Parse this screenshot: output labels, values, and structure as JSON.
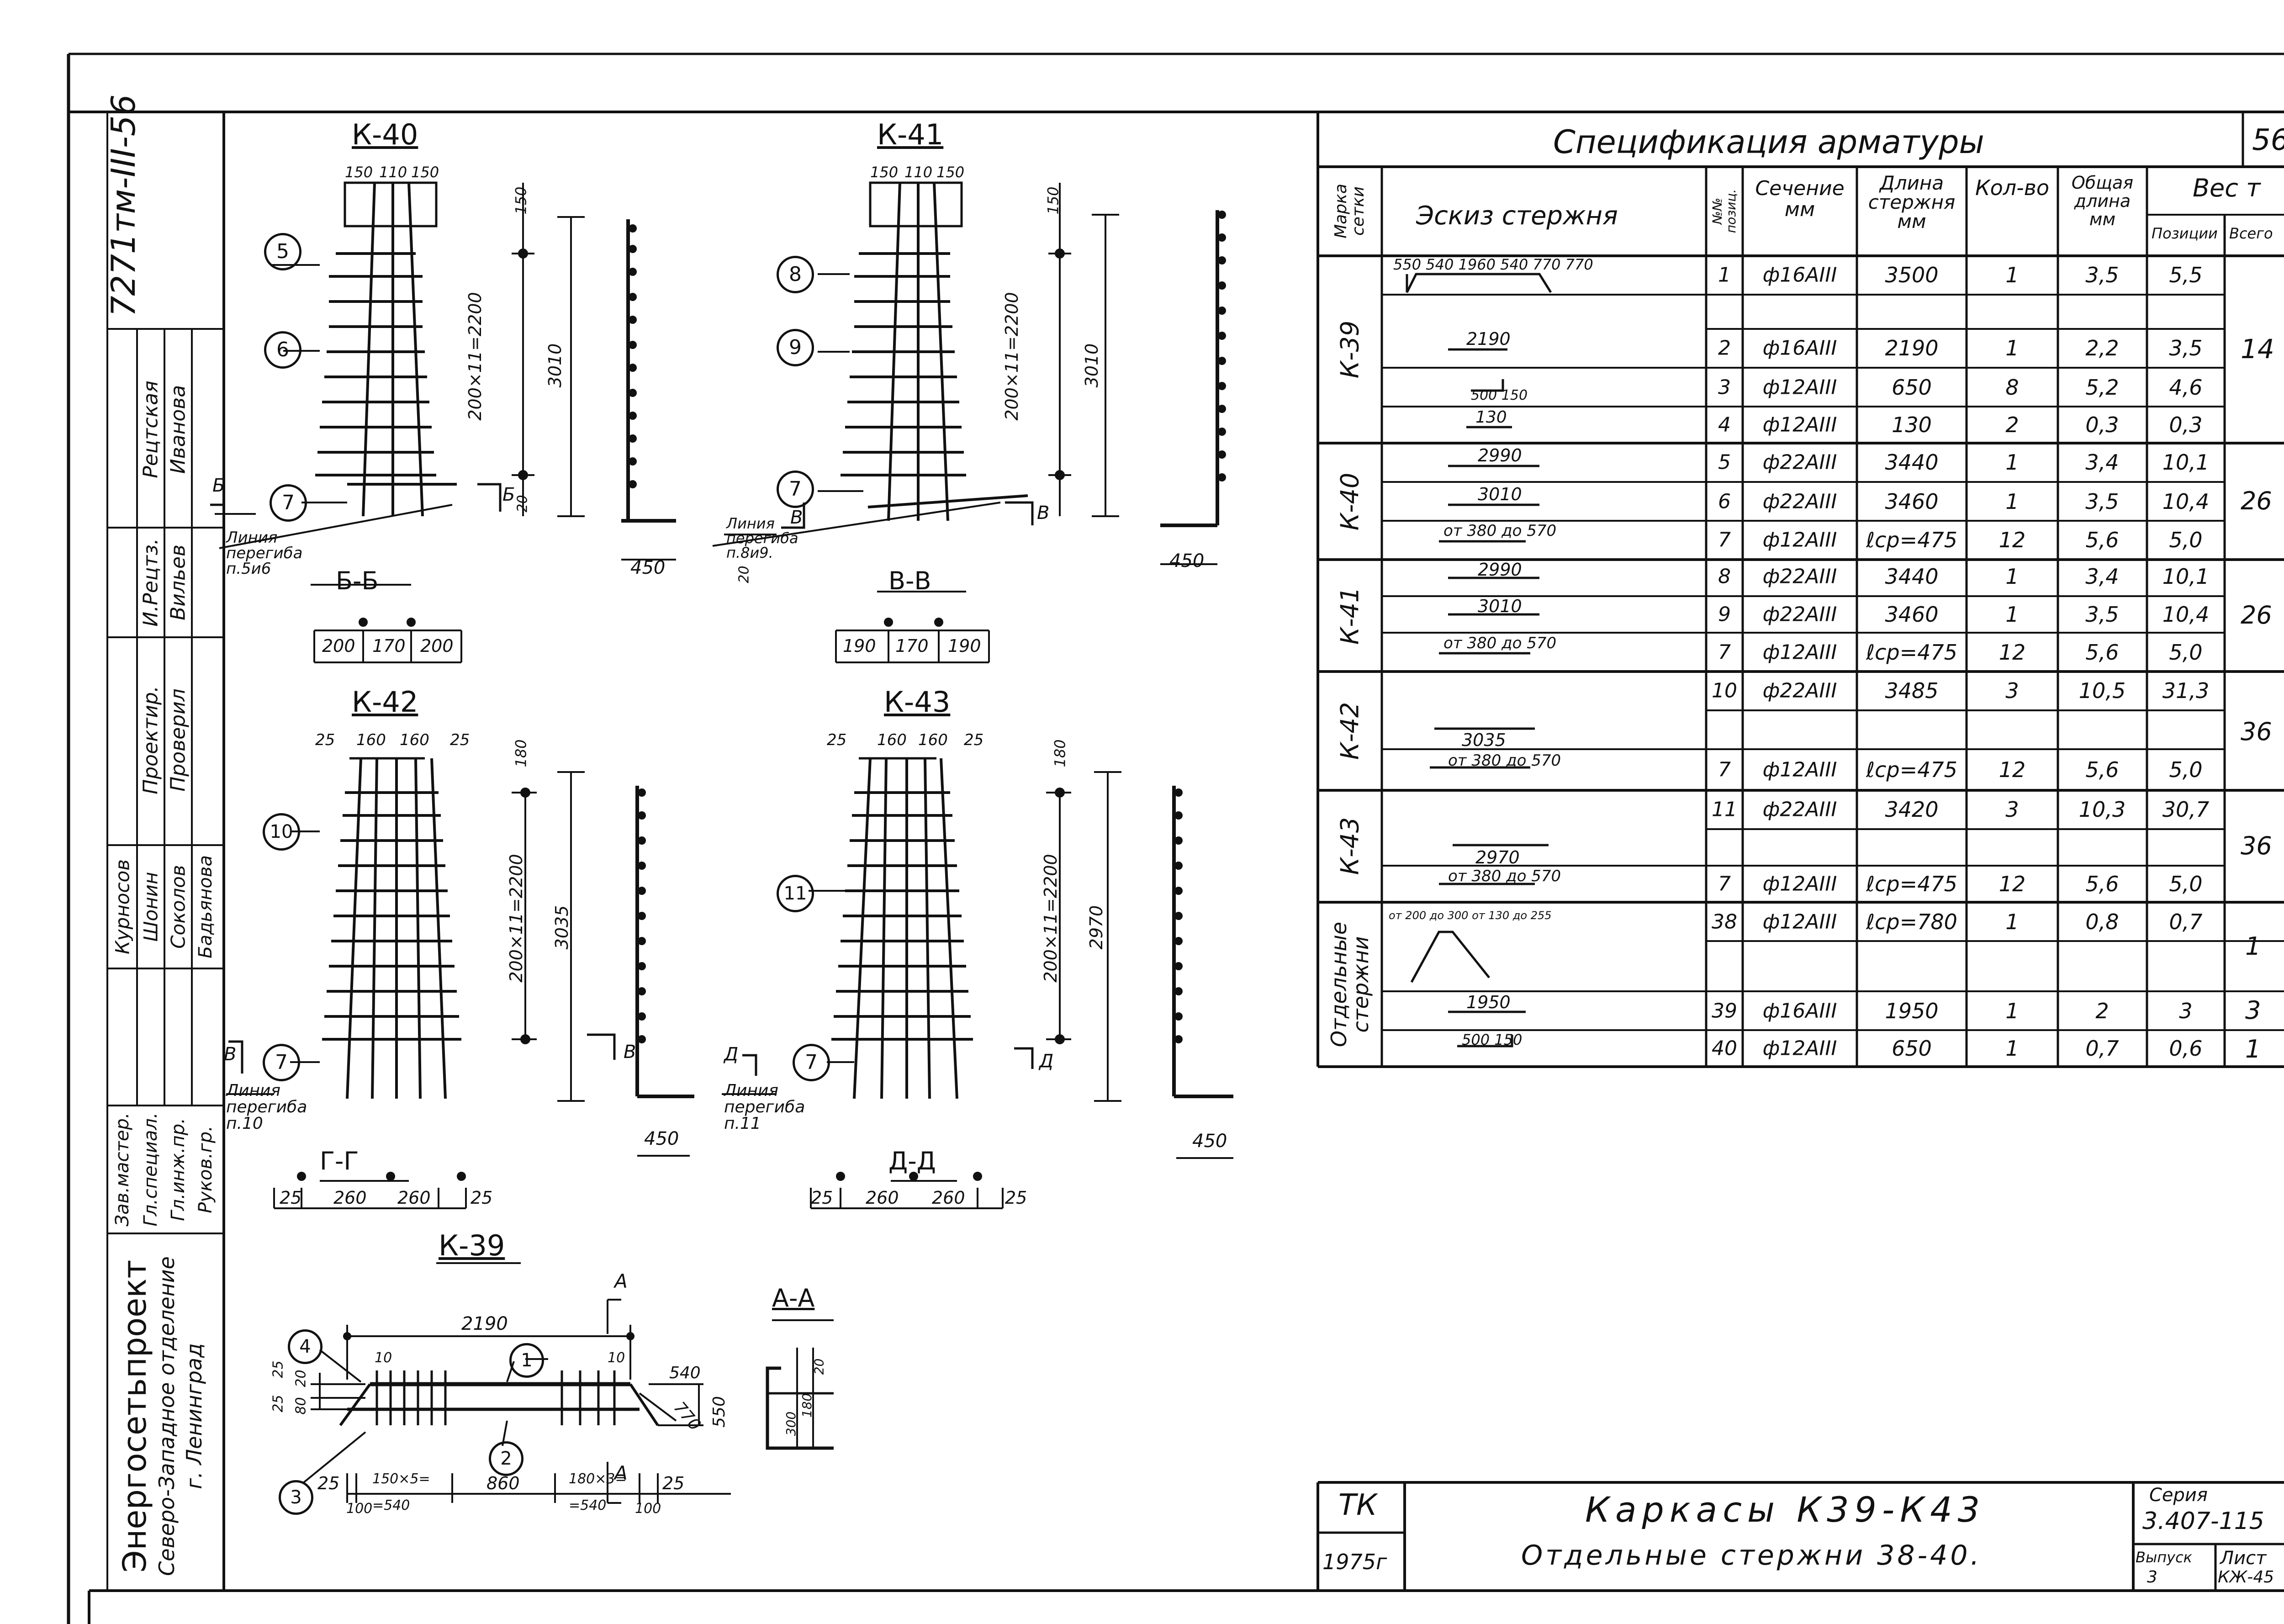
{
  "side_stamp": {
    "code": "7271тм-III-56",
    "roles": [
      "Рецтская",
      "Иванова",
      "И.Рецтз.",
      "Вильев",
      "Проектир.",
      "Проверил",
      "Курносов",
      "Шонин",
      "Соколов",
      "Бадьянова"
    ],
    "titles": [
      "Зав.мастер.",
      "Гл.специал.",
      "Гл.инж.пр.",
      "Руков.гр."
    ],
    "org": "Энергосетьпроект",
    "org_branch": "Северо-Западное отделение",
    "org_city": "г. Ленинград"
  },
  "drawings": {
    "k40": {
      "title": "К-40",
      "top_dims": [
        "150",
        "110",
        "150"
      ],
      "dim_vert": "200×11=2200",
      "dim_total": "3010",
      "dim_top": "150",
      "pos": [
        "5",
        "6",
        "7"
      ],
      "cut": "Б",
      "bend_line": "Линия перегиба п.5и6",
      "bend_dim": "20",
      "side_dim": "450"
    },
    "k41": {
      "title": "К-41",
      "top_dims": [
        "150",
        "110",
        "150"
      ],
      "dim_vert": "200×11=2200",
      "dim_total": "3010",
      "dim_top": "150",
      "pos": [
        "8",
        "9",
        "7"
      ],
      "cut": "В",
      "bend_line": "Линия перегиба п.8и9.",
      "bend_dim": "20",
      "side_dim": "450"
    },
    "bb": {
      "title": "Б-Б",
      "dims": [
        "200",
        "170",
        "200"
      ]
    },
    "vv": {
      "title": "В-В",
      "dims": [
        "190",
        "170",
        "190"
      ]
    },
    "k42": {
      "title": "К-42",
      "top_dims": [
        "25",
        "160",
        "160",
        "25"
      ],
      "dim_vert": "200×11=2200",
      "dim_total": "3035",
      "dim_top": "180",
      "pos": [
        "10",
        "7"
      ],
      "cut": "В",
      "bend_line": "Линия перегиба п.10",
      "side_dim": "450"
    },
    "k43": {
      "title": "К-43",
      "top_dims": [
        "25",
        "160",
        "160",
        "25"
      ],
      "dim_vert": "200×11=2200",
      "dim_total": "2970",
      "dim_top": "180",
      "pos": [
        "11",
        "7"
      ],
      "cut": "Д",
      "bend_line": "Линия перегиба п.11",
      "side_dim": "450"
    },
    "gg": {
      "title": "Г-Г",
      "dims": [
        "25",
        "260",
        "260",
        "25"
      ]
    },
    "dd": {
      "title": "Д-Д",
      "dims": [
        "25",
        "260",
        "260",
        "25"
      ]
    },
    "k39": {
      "title": "К-39",
      "cut": "А",
      "dim_total": "2190",
      "dims_bottom": [
        "25",
        "150×5=",
        "=540",
        "860",
        "180×3=",
        "=540",
        "25"
      ],
      "sub_bottom": [
        "100",
        "100"
      ],
      "dims_left": [
        "25",
        "25",
        "20",
        "80",
        "10",
        "10"
      ],
      "dim_540": "540",
      "dim_770": "770",
      "dim_550": "550",
      "pos": [
        "1",
        "2",
        "3",
        "4"
      ]
    },
    "aa": {
      "title": "А-А",
      "dims": [
        "20",
        "180",
        "300"
      ]
    }
  },
  "spec": {
    "title": "Спецификация арматуры",
    "sheet_no": "56",
    "headers": {
      "mark": "Марка сетки",
      "sketch": "Эскиз стержня",
      "pos": "№№ позиц.",
      "section": "Сечение мм",
      "length": "Длина стержня мм",
      "qty": "Кол-во",
      "total_len": "Общая длина мм",
      "weight": "Вес т",
      "w_pos": "Позиции",
      "w_all": "Всего"
    },
    "groups": [
      {
        "mark": "К-39",
        "total": "14",
        "rows": [
          {
            "sketch": "550 540 1960 540 770 770",
            "pos": "1",
            "sec": "ф16АIII",
            "len": "3500",
            "qty": "1",
            "tl": "3,5",
            "w": "5,5"
          },
          {
            "sketch": "",
            "pos": "",
            "sec": "",
            "len": "",
            "qty": "",
            "tl": "",
            "w": ""
          },
          {
            "sketch": "2190",
            "pos": "2",
            "sec": "ф16АIII",
            "len": "2190",
            "qty": "1",
            "tl": "2,2",
            "w": "3,5"
          },
          {
            "sketch": "500 150",
            "pos": "3",
            "sec": "ф12АIII",
            "len": "650",
            "qty": "8",
            "tl": "5,2",
            "w": "4,6"
          },
          {
            "sketch": "130",
            "pos": "4",
            "sec": "ф12АIII",
            "len": "130",
            "qty": "2",
            "tl": "0,3",
            "w": "0,3"
          }
        ]
      },
      {
        "mark": "К-40",
        "total": "26",
        "rows": [
          {
            "sketch": "2990",
            "pos": "5",
            "sec": "ф22АIII",
            "len": "3440",
            "qty": "1",
            "tl": "3,4",
            "w": "10,1"
          },
          {
            "sketch": "3010",
            "pos": "6",
            "sec": "ф22АIII",
            "len": "3460",
            "qty": "1",
            "tl": "3,5",
            "w": "10,4"
          },
          {
            "sketch": "от 380 до 570",
            "pos": "7",
            "sec": "ф12АIII",
            "len": "ℓср=475",
            "qty": "12",
            "tl": "5,6",
            "w": "5,0"
          }
        ]
      },
      {
        "mark": "К-41",
        "total": "26",
        "rows": [
          {
            "sketch": "2990",
            "pos": "8",
            "sec": "ф22АIII",
            "len": "3440",
            "qty": "1",
            "tl": "3,4",
            "w": "10,1"
          },
          {
            "sketch": "3010",
            "pos": "9",
            "sec": "ф22АIII",
            "len": "3460",
            "qty": "1",
            "tl": "3,5",
            "w": "10,4"
          },
          {
            "sketch": "от 380 до 570",
            "pos": "7",
            "sec": "ф12АIII",
            "len": "ℓср=475",
            "qty": "12",
            "tl": "5,6",
            "w": "5,0"
          }
        ]
      },
      {
        "mark": "К-42",
        "total": "36",
        "rows": [
          {
            "sketch": "3035",
            "pos": "10",
            "sec": "ф22АIII",
            "len": "3485",
            "qty": "3",
            "tl": "10,5",
            "w": "31,3"
          },
          {
            "sketch": "",
            "pos": "",
            "sec": "",
            "len": "",
            "qty": "",
            "tl": "",
            "w": ""
          },
          {
            "sketch": "от 380 до 570",
            "pos": "7",
            "sec": "ф12АIII",
            "len": "ℓср=475",
            "qty": "12",
            "tl": "5,6",
            "w": "5,0"
          }
        ]
      },
      {
        "mark": "К-43",
        "total": "36",
        "rows": [
          {
            "sketch": "2970",
            "pos": "11",
            "sec": "ф22АIII",
            "len": "3420",
            "qty": "3",
            "tl": "10,3",
            "w": "30,7"
          },
          {
            "sketch": "",
            "pos": "",
            "sec": "",
            "len": "",
            "qty": "",
            "tl": "",
            "w": ""
          },
          {
            "sketch": "от 380 до 570",
            "pos": "7",
            "sec": "ф12АIII",
            "len": "ℓср=475",
            "qty": "12",
            "tl": "5,6",
            "w": "5,0"
          }
        ]
      },
      {
        "mark": "Отдельные стержни",
        "total": "",
        "rows": [
          {
            "sketch": "от 200 до 300 от 130 до 255",
            "pos": "38",
            "sec": "ф12АIII",
            "len": "ℓср=780",
            "qty": "1",
            "tl": "0,8",
            "w": "0,7",
            "tot": "1"
          },
          {
            "sketch": "",
            "pos": "",
            "sec": "",
            "len": "",
            "qty": "",
            "tl": "",
            "w": ""
          },
          {
            "sketch": "1950",
            "pos": "39",
            "sec": "ф16АIII",
            "len": "1950",
            "qty": "1",
            "tl": "2",
            "w": "3",
            "tot": "3"
          },
          {
            "sketch": "500 150",
            "pos": "40",
            "sec": "ф12АIII",
            "len": "650",
            "qty": "1",
            "tl": "0,7",
            "w": "0,6",
            "tot": "1"
          }
        ]
      }
    ]
  },
  "title_block": {
    "org": "ТК",
    "year": "1975г",
    "title": "Каркасы К39-К43",
    "subtitle": "Отдельные стержни 38-40.",
    "series_label": "Серия",
    "series": "3.407-115",
    "issue_label": "Выпуск",
    "issue": "3",
    "sheet_label": "Лист",
    "sheet": "КЖ-45"
  }
}
